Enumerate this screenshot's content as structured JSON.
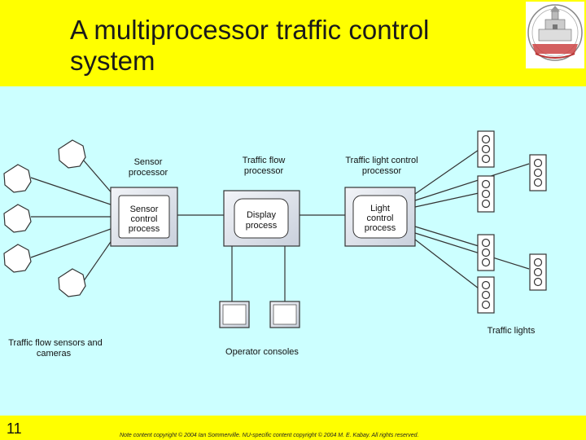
{
  "slide": {
    "title_line1": "A multiprocessor traffic control",
    "title_line2": "system",
    "number": "11",
    "footer": "Note content copyright © 2004 Ian Sommerville. NU-specific content copyright © 2004 M. E. Kabay. All rights reserved."
  },
  "diagram": {
    "sensor_processor_label": [
      "Sensor",
      "processor"
    ],
    "traffic_flow_processor_label": [
      "Traffic flow",
      "processor"
    ],
    "light_control_processor_label": [
      "Traffic light control",
      "processor"
    ],
    "sensor_control_process": [
      "Sensor",
      "control",
      "process"
    ],
    "display_process": [
      "Display",
      "process"
    ],
    "light_control_process": [
      "Light",
      "control",
      "process"
    ],
    "sensors_label": [
      "Traffic flow sensors and",
      "cameras"
    ],
    "operator_consoles_label": "Operator consoles",
    "traffic_lights_label": "Traffic lights"
  },
  "colors": {
    "header_bg": "#ffff00",
    "diagram_bg": "#ccffff",
    "box_fill": "#e4e8f0",
    "inner_fill": "#ffffff"
  }
}
